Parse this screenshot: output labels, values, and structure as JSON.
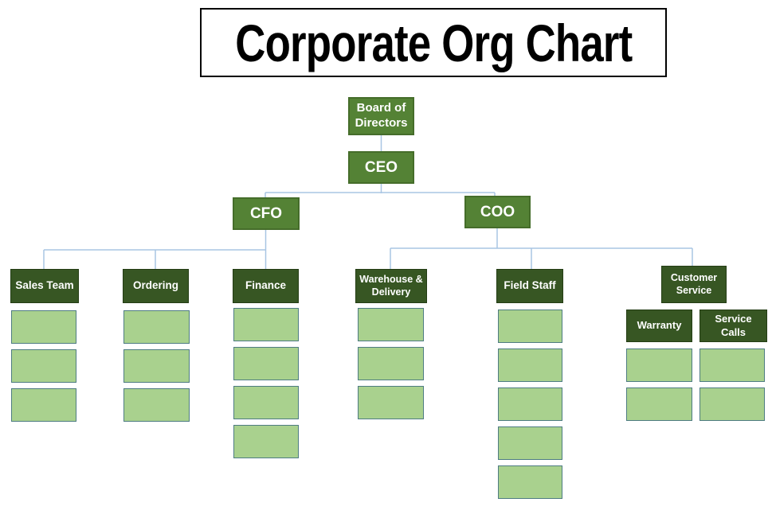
{
  "title": "Corporate Org Chart",
  "colors": {
    "title_text": "#000000",
    "title_border": "#000000",
    "level1_fill": "#548235",
    "level1_border": "#456d2a",
    "level2_fill": "#375623",
    "level2_border": "#243d15",
    "placeholder_fill": "#A9D18E",
    "placeholder_border": "#4E7C82",
    "connector": "#A8C5E3",
    "background": "#FFFFFF"
  },
  "nodes": {
    "board": {
      "label": "Board of Directors"
    },
    "ceo": {
      "label": "CEO"
    },
    "cfo": {
      "label": "CFO"
    },
    "coo": {
      "label": "COO"
    },
    "sales": {
      "label": "Sales Team",
      "placeholders": 3
    },
    "ordering": {
      "label": "Ordering",
      "placeholders": 3
    },
    "finance": {
      "label": "Finance",
      "placeholders": 4
    },
    "warehouse": {
      "label": "Warehouse & Delivery",
      "placeholders": 3
    },
    "field_staff": {
      "label": "Field Staff",
      "placeholders": 5
    },
    "customer_service": {
      "label": "Customer Service",
      "placeholders": 0
    },
    "warranty": {
      "label": "Warranty",
      "placeholders": 2
    },
    "service_calls": {
      "label": "Service Calls",
      "placeholders": 2
    }
  }
}
